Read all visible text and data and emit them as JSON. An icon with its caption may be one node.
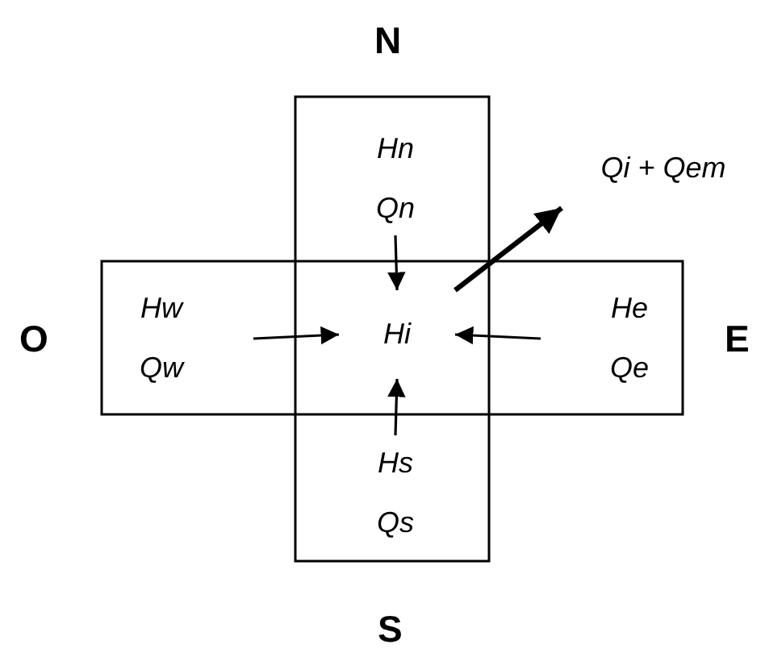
{
  "diagram": {
    "nodes": [
      {
        "text": [
          "Hn Qn"
        ]
      },
      {
        "text": [
          "Hw Qw"
        ]
      },
      {
        "text": [
          "Hi"
        ]
      },
      {
        "text": [
          "He Qe"
        ]
      },
      {
        "text": [
          "Hs Qs"
        ]
      },
      {
        "text": [
          "Qi + Qem"
        ]
      }
    ],
    "edges": [
      {
        "from": 0,
        "to": 2,
        "arrow": "to"
      },
      {
        "from": 1,
        "to": 2,
        "arrow": "to"
      },
      {
        "from": 3,
        "to": 2,
        "arrow": "to"
      },
      {
        "from": 4,
        "to": 2,
        "arrow": "to"
      },
      {
        "from": 2,
        "to": 5,
        "arrow": "to",
        "style": "thick"
      }
    ],
    "labels": [
      "N",
      "O",
      "E",
      "S"
    ]
  }
}
